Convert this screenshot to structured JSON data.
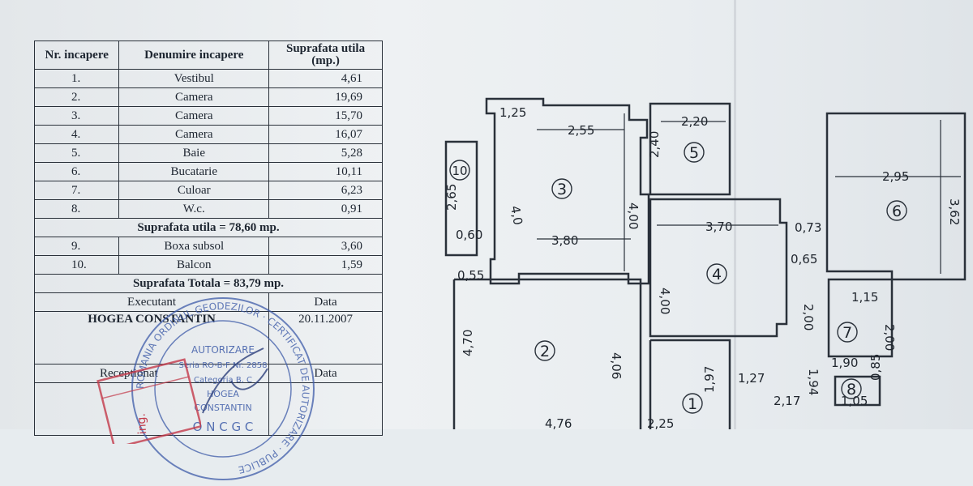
{
  "table": {
    "headers": {
      "nr": "Nr. incapere",
      "name": "Denumire incapere",
      "area": "Suprafata utila (mp.)"
    },
    "rows": [
      {
        "nr": "1.",
        "name": "Vestibul",
        "area": "4,61"
      },
      {
        "nr": "2.",
        "name": "Camera",
        "area": "19,69"
      },
      {
        "nr": "3.",
        "name": "Camera",
        "area": "15,70"
      },
      {
        "nr": "4.",
        "name": "Camera",
        "area": "16,07"
      },
      {
        "nr": "5.",
        "name": "Baie",
        "area": "5,28"
      },
      {
        "nr": "6.",
        "name": "Bucatarie",
        "area": "10,11"
      },
      {
        "nr": "7.",
        "name": "Culoar",
        "area": "6,23"
      },
      {
        "nr": "8.",
        "name": "W.c.",
        "area": "0,91"
      }
    ],
    "subtotal": "Suprafata utila = 78,60 mp.",
    "extra_rows": [
      {
        "nr": "9.",
        "name": "Boxa subsol",
        "area": "3,60"
      },
      {
        "nr": "10.",
        "name": "Balcon",
        "area": "1,59"
      }
    ],
    "total": "Suprafata Totala = 83,79 mp.",
    "executant_label": "Executant",
    "date_label": "Data",
    "executant_name": "HOGEA CONSTANTIN",
    "executant_date": "20.11.2007",
    "receptionat_label": "Receptionat",
    "date_label_2": "Data"
  },
  "stamp": {
    "ring_text": "ROMANIA ORDINUL GEODEZILOR · CERTIFICAT DE AUTORIZARE · PUBLICE",
    "line1": "AUTORIZARE",
    "line2": "Seria RO-B-F Nr. 2858",
    "line3": "Categoria B, C",
    "line4": "HOGEA",
    "line5": "CONSTANTIN",
    "line6": "O N C G C",
    "red_text": "ing."
  },
  "plan": {
    "dimensions": [
      "1,25",
      "2,55",
      "2,20",
      "2,40",
      "4,00",
      "4,0",
      "2,65",
      "0,60",
      "3,80",
      "0,55",
      "3,70",
      "0,73",
      "0,65",
      "4,00",
      "2,95",
      "3,62",
      "2,00",
      "1,15",
      "2,00",
      "1,90",
      "4,06",
      "4,70",
      "1,27",
      "1,94",
      "2,17",
      "1,05",
      "0,85",
      "1,97",
      "4,76",
      "2,25"
    ],
    "room_numbers": [
      "1",
      "2",
      "3",
      "4",
      "5",
      "6",
      "7",
      "8",
      "10"
    ]
  }
}
